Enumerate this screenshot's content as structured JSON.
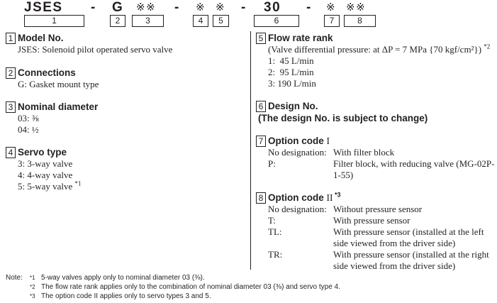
{
  "model_code": {
    "segments": [
      "JSES",
      "G",
      "※※",
      "※",
      "※",
      "30",
      "※",
      "※※"
    ],
    "dash": "-",
    "boxes": [
      "1",
      "2",
      "3",
      "4",
      "5",
      "6",
      "7",
      "8"
    ]
  },
  "sections": {
    "model_no": {
      "num": "1",
      "title": "Model No.",
      "lines": [
        "JSES: Solenoid pilot operated servo valve"
      ]
    },
    "connections": {
      "num": "2",
      "title": "Connections",
      "lines": [
        "G: Gasket mount type"
      ]
    },
    "nominal_diameter": {
      "num": "3",
      "title": "Nominal diameter",
      "lines": [
        "03: ⅜",
        "04: ½"
      ]
    },
    "servo_type": {
      "num": "4",
      "title": "Servo type",
      "lines": [
        "3: 3-way valve",
        "4: 4-way valve",
        "5: 5-way valve"
      ],
      "note_mark": "*1"
    },
    "flow_rate_rank": {
      "num": "5",
      "title": "Flow rate rank",
      "condition": "(Valve differential pressure: at ΔP = 7 MPa {70 kgf/cm²}) ",
      "note_mark": "*2",
      "lines": [
        "1:  45 L/min",
        "2:  95 L/min",
        "3: 190 L/min"
      ]
    },
    "design_no": {
      "num": "6",
      "title": "Design No.",
      "subtitle": "(The design No. is subject to change)"
    },
    "option_code_1": {
      "num": "7",
      "title": "Option code ",
      "roman": "I",
      "rows": [
        {
          "key": "No designation:",
          "value": "With filter block"
        },
        {
          "key": "P:",
          "value": "Filter block, with reducing valve (MG-02P-1-55)"
        }
      ]
    },
    "option_code_2": {
      "num": "8",
      "title": "Option code ",
      "roman": "II",
      "note_mark": " *3",
      "rows": [
        {
          "key": "No designation:",
          "value": "Without pressure sensor"
        },
        {
          "key": "T:",
          "value": "With pressure sensor"
        },
        {
          "key": "TL:",
          "value": "With pressure sensor (installed at the left side viewed from the driver side)"
        },
        {
          "key": "TR:",
          "value": "With pressure sensor (installed at the right side viewed from the driver side)"
        }
      ]
    }
  },
  "notes": {
    "label": "Note:",
    "items": [
      {
        "mark": "*1",
        "text": "5-way valves apply only to nominal diameter 03 (⅜)."
      },
      {
        "mark": "*2",
        "text": "The flow rate rank applies only to the combination of nominal diameter 03 (⅜) and servo type 4."
      },
      {
        "mark": "*3",
        "text": "The option code II applies only to servo types 3 and 5."
      }
    ]
  }
}
